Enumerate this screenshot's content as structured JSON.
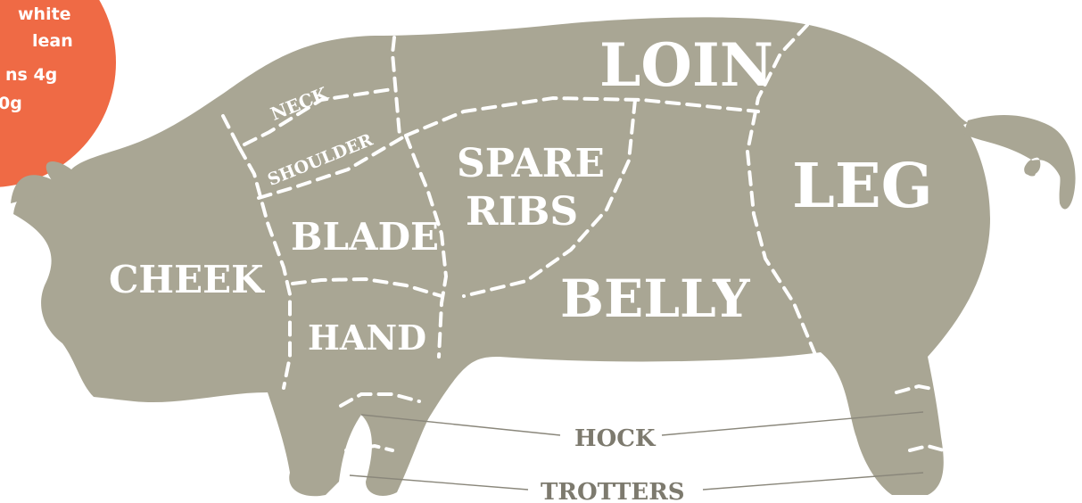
{
  "colors": {
    "body": "#a9a694",
    "badge": "#ef6a45",
    "cut_text": "#ffffff",
    "pointer_text": "#7d7a6e",
    "background": "#ffffff"
  },
  "badge": {
    "lines": [
      "white",
      "lean",
      "ns 4g",
      "0g"
    ]
  },
  "cuts": {
    "neck": "NECK",
    "shoulder": "SHOULDER",
    "loin": "LOIN",
    "leg": "LEG",
    "spare": "SPARE",
    "ribs": "RIBS",
    "blade": "BLADE",
    "cheek": "CHEEK",
    "belly": "BELLY",
    "hand": "HAND"
  },
  "pointers": {
    "hock": "HOCK",
    "trotters": "TROTTERS"
  }
}
